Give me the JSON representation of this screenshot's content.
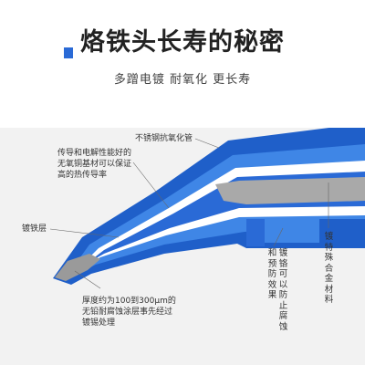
{
  "header": {
    "title": "烙铁头长寿的秘密",
    "subtitle": "多蹭电镀 耐氧化 更长寿"
  },
  "labels": {
    "stainless_tube": "不锈钢抗氧化管",
    "copper_base_line1": "传导和电解性能好的",
    "copper_base_line2": "无氧铜基材可以保证",
    "copper_base_line3": "高的热传导率",
    "iron_layer": "镀铁层",
    "thickness_line1": "厚度约为100到300μm的",
    "thickness_line2": "无铅耐腐蚀涂层事先经过",
    "thickness_line3": "镀锡处理",
    "chrome_col1": "和预防效果",
    "chrome_col2": "镀铬可以防止腐蚀",
    "alloy": "镀特殊合金材料"
  },
  "colors": {
    "blue_outer": "#1f5fc9",
    "blue_light": "#3f86e6",
    "white_band": "#ffffff",
    "copper_core": "#a9a9a9",
    "tip_gray": "#9a9a9a",
    "background": "#f2f2f2"
  }
}
